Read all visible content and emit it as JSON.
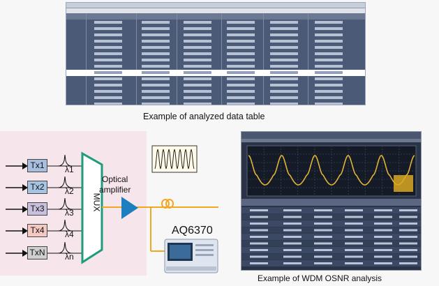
{
  "top_screenshot": {
    "caption": "Example of analyzed data table",
    "selected_row": 8
  },
  "diagram": {
    "transmitters": [
      "Tx1",
      "Tx2",
      "Tx3",
      "Tx4",
      "TxN"
    ],
    "wavelength_labels": [
      "λ1",
      "λ2",
      "λ3",
      "λ4",
      "λn"
    ],
    "mux_label": "MUX",
    "amplifier_label_line1": "Optical",
    "amplifier_label_line2": "amplifier",
    "instrument_label": "AQ6370",
    "colors": {
      "tx_fills": [
        "#a8bedf",
        "#a6c3e2",
        "#c8c1de",
        "#f3c9c2",
        "#cfcfcf"
      ],
      "mux_outline": "#1f9c7c",
      "fiber": "#f2a81e",
      "amplifier": "#1e7fc0",
      "panel_background": "#f6e6ec"
    }
  },
  "bottom_screenshot": {
    "caption": "Example of WDM OSNR analysis",
    "trace_color": "#e2b336"
  }
}
